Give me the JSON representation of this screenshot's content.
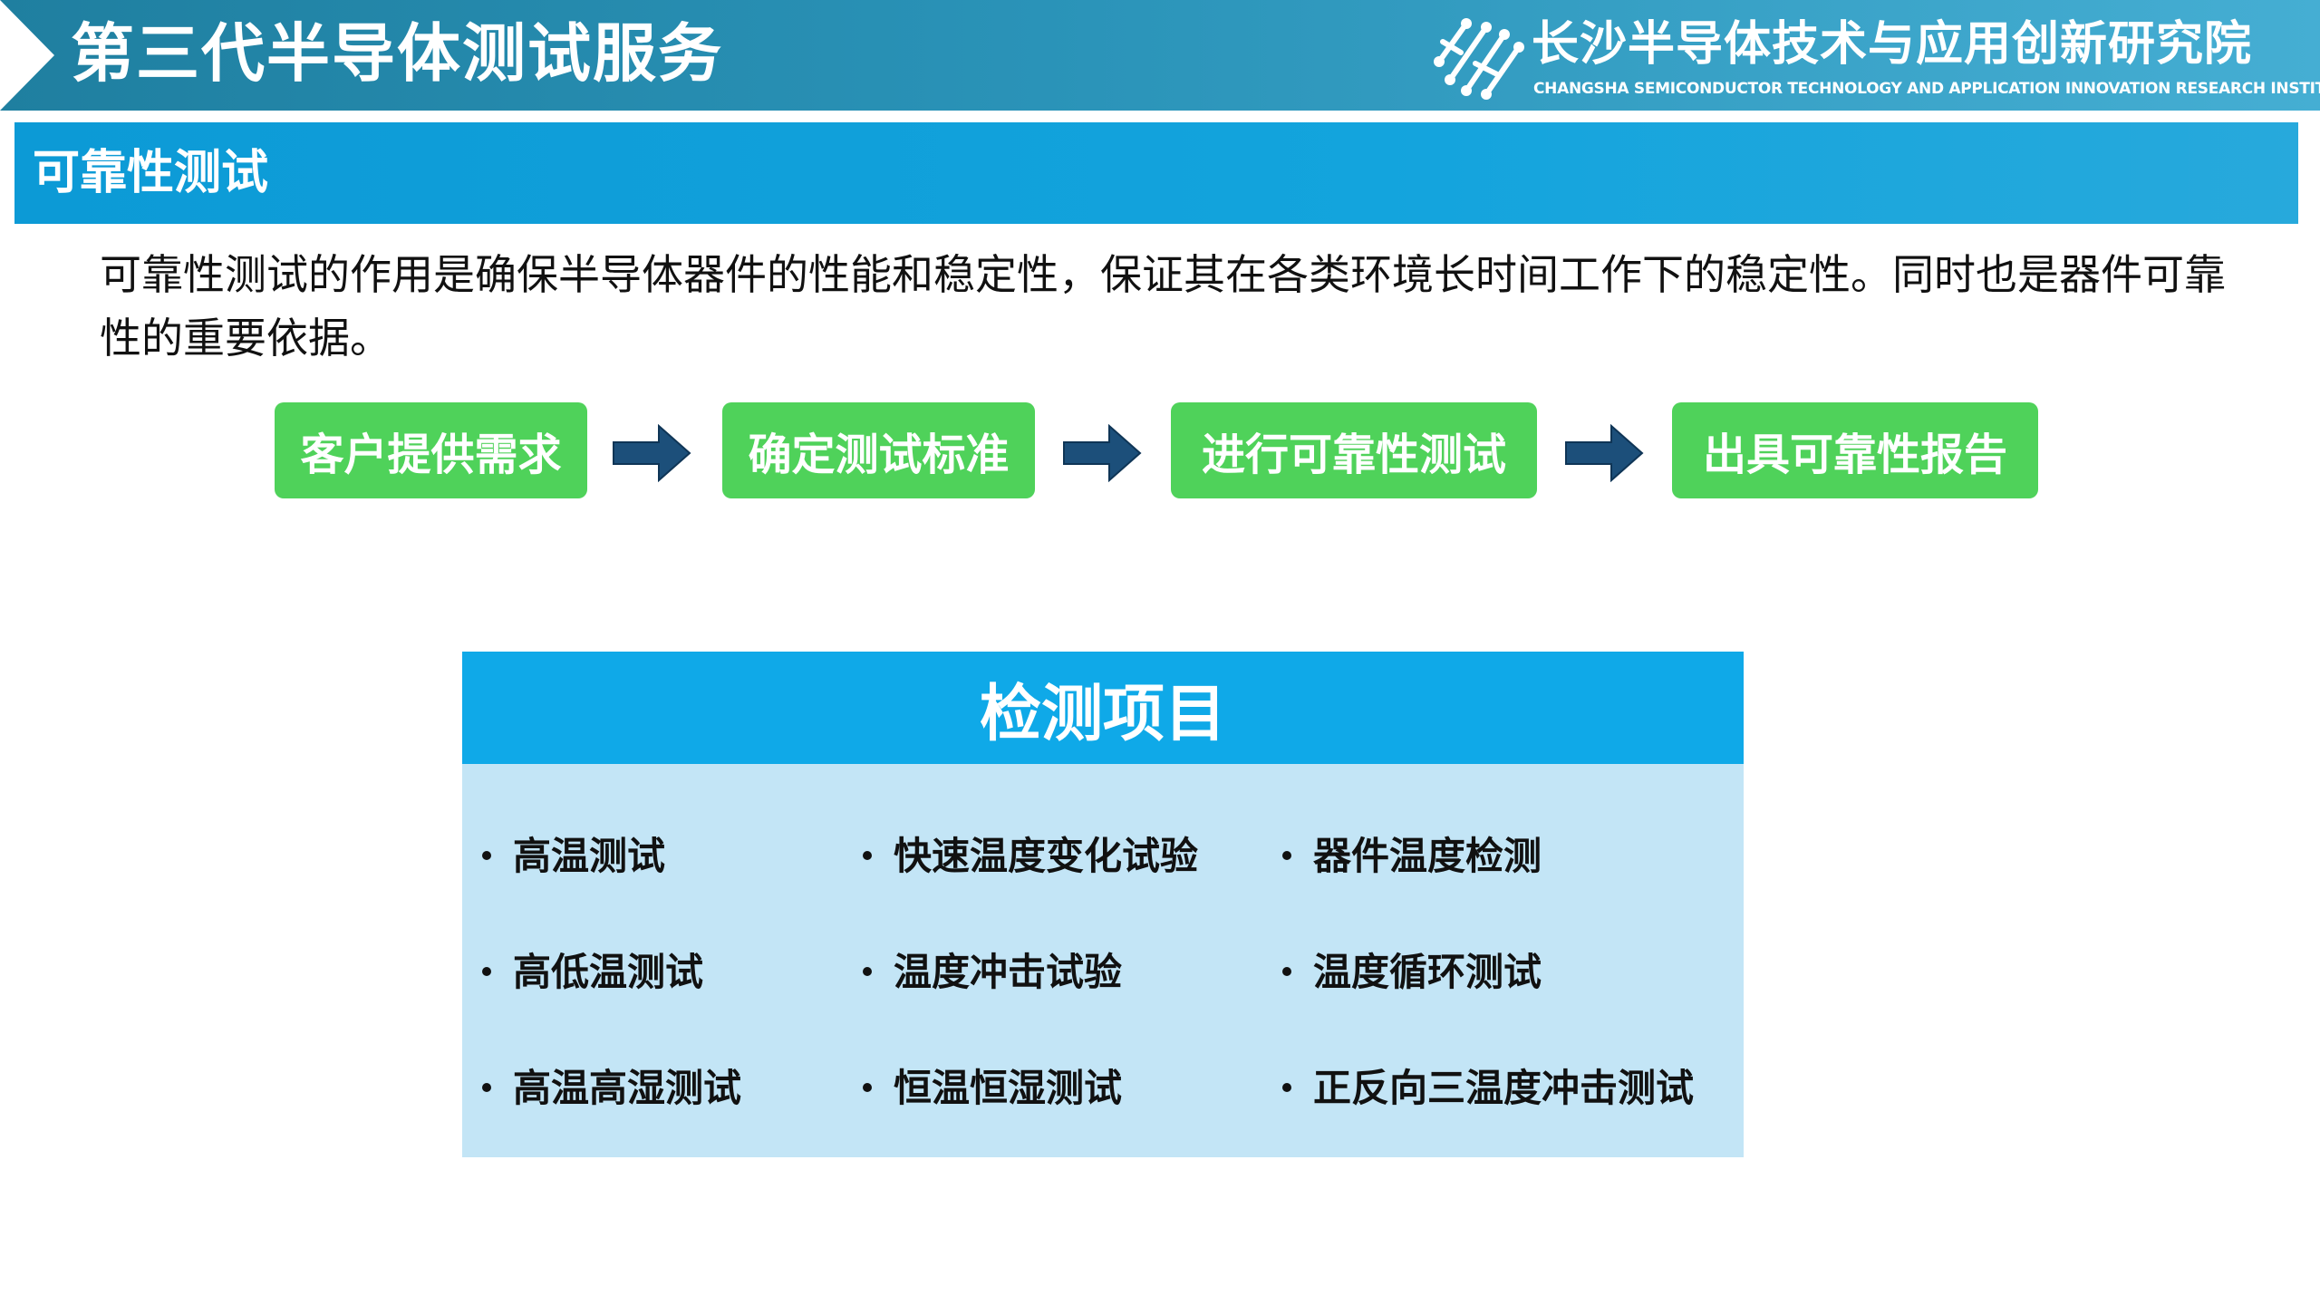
{
  "header": {
    "title": "第三代半导体测试服务",
    "org_name_cn": "长沙半导体技术与应用创新研究院",
    "org_name_en": "CHANGSHA SEMICONDUCTOR TECHNOLOGY AND APPLICATION INNOVATION RESEARCH INSTITUTE"
  },
  "section": {
    "title": "可靠性测试"
  },
  "intro": {
    "text": "可靠性测试的作用是确保半导体器件的性能和稳定性，保证其在各类环境长时间工作下的稳定性。同时也是器件可靠性的重要依据。"
  },
  "process": {
    "steps": [
      "客户提供需求",
      "确定测试标准",
      "进行可靠性测试",
      "出具可靠性报告"
    ]
  },
  "inspection": {
    "title": "检测项目",
    "items": [
      [
        "高温测试",
        "快速温度变化试验",
        "器件温度检测"
      ],
      [
        "高低温测试",
        "温度冲击试验",
        "温度循环测试"
      ],
      [
        "高温高湿测试",
        "恒温恒湿测试",
        "正反向三温度冲击测试"
      ]
    ]
  },
  "colors": {
    "header_bg": "#2a93b8",
    "section_bar": "#13a4dd",
    "step_green": "#4fd25a",
    "arrow_navy": "#1c4f7a",
    "panel_head": "#0fa9e8",
    "panel_body": "#c3e5f6"
  },
  "icons": {
    "logo": "circuit-logo-icon",
    "arrow": "right-arrow-icon"
  }
}
